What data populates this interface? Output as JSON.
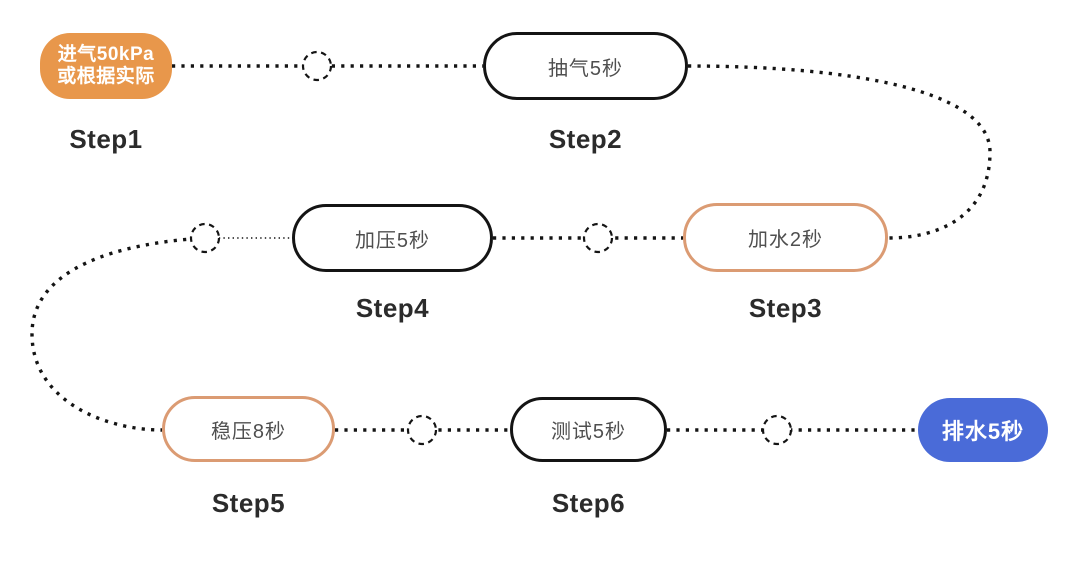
{
  "colors": {
    "orange_fill": "#E8974B",
    "orange_border": "#DB9B73",
    "blue_fill": "#4A6BD8",
    "node_border": "#141414",
    "connector": "#141414",
    "node_text": "#4F4F4F",
    "label_text": "#2B2B2B"
  },
  "diagram": {
    "nodes": {
      "step1": {
        "line1": "进气50kPa",
        "line2": "或根据实际",
        "label": "Step1",
        "style": "orange-filled"
      },
      "step2": {
        "text": "抽气5秒",
        "label": "Step2",
        "style": "outline-black"
      },
      "step3": {
        "text": "加水2秒",
        "label": "Step3",
        "style": "outline-orange"
      },
      "step4": {
        "text": "加压5秒",
        "label": "Step4",
        "style": "outline-black"
      },
      "step5": {
        "text": "稳压8秒",
        "label": "Step5",
        "style": "outline-orange"
      },
      "step6": {
        "text": "测试5秒",
        "label": "Step6",
        "style": "outline-black"
      },
      "step7": {
        "text": "排水5秒",
        "style": "blue-filled"
      }
    }
  }
}
